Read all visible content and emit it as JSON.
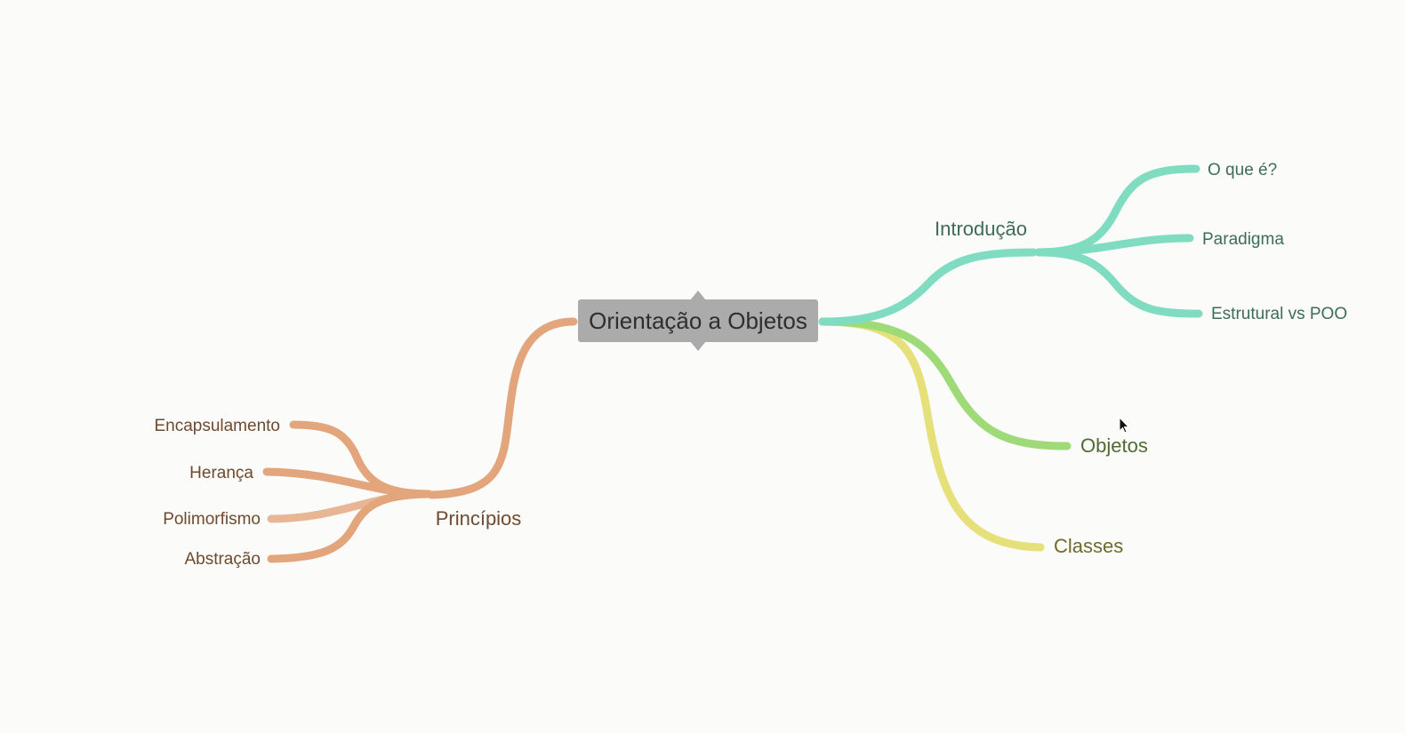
{
  "mindmap": {
    "central": {
      "label": "Orientação a Objetos",
      "fill_color": "#ababab",
      "text_color": "#2e2e2e"
    },
    "branches": {
      "introducao": {
        "label": "Introdução",
        "color": "#7fdcc0",
        "text_color": "#3d6b5c",
        "children": [
          "O que é?",
          "Paradigma",
          "Estrutural vs POO"
        ]
      },
      "objetos": {
        "label": "Objetos",
        "color": "#9edb78",
        "text_color": "#4f6b32"
      },
      "classes": {
        "label": "Classes",
        "color": "#e6e07a",
        "text_color": "#6e6a2e"
      },
      "principios": {
        "label": "Princípios",
        "color": "#e3a57c",
        "text_color": "#6e4a2e",
        "children": [
          "Encapsulamento",
          "Herança",
          "Polimorfismo",
          "Abstração"
        ]
      }
    },
    "cursor_icon": "mouse-pointer-icon"
  }
}
